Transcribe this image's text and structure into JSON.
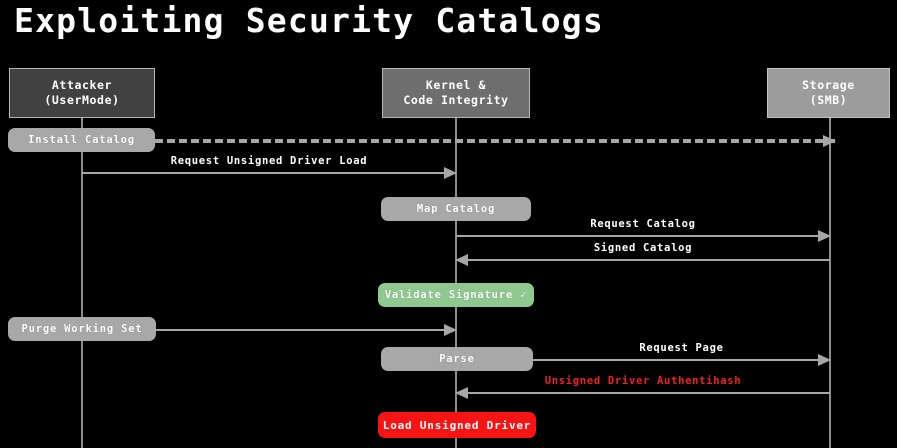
{
  "slide": {
    "title": "Exploiting Security Catalogs",
    "background_color": "#000000",
    "title_color": "#ffffff"
  },
  "actors": [
    {
      "id": "attacker",
      "line1": "Attacker",
      "line2": "(UserMode)",
      "color": "#414141"
    },
    {
      "id": "kernel",
      "line1": "Kernel &",
      "line2": "Code Integrity",
      "color": "#6e6e6e"
    },
    {
      "id": "storage",
      "line1": "Storage",
      "line2": "(SMB)",
      "color": "#9c9c9c"
    }
  ],
  "notes": [
    {
      "id": "install",
      "label": "Install Catalog",
      "style": "gray",
      "color": "#a8a8a8"
    },
    {
      "id": "map",
      "label": "Map Catalog",
      "style": "gray",
      "color": "#a8a8a8"
    },
    {
      "id": "validate",
      "label": "Validate Signature ✓",
      "style": "green",
      "color": "#8fc98f"
    },
    {
      "id": "purge",
      "label": "Purge Working Set",
      "style": "gray",
      "color": "#a8a8a8"
    },
    {
      "id": "parse",
      "label": "Parse",
      "style": "gray",
      "color": "#a8a8a8"
    },
    {
      "id": "load",
      "label": "Load Unsigned Driver",
      "style": "red",
      "color": "#f81414"
    }
  ],
  "messages": [
    {
      "id": "install-catalog",
      "label": "",
      "from": "attacker",
      "to": "storage",
      "direction": "right",
      "style": "dashed",
      "color": "#a6a6a6"
    },
    {
      "id": "request-load",
      "label": "Request Unsigned Driver Load",
      "from": "attacker",
      "to": "kernel",
      "direction": "right",
      "style": "solid",
      "color": "#a6a6a6"
    },
    {
      "id": "request-catalog",
      "label": "Request Catalog",
      "from": "kernel",
      "to": "storage",
      "direction": "right",
      "style": "solid",
      "color": "#a6a6a6"
    },
    {
      "id": "signed-catalog",
      "label": "Signed Catalog",
      "from": "storage",
      "to": "kernel",
      "direction": "left",
      "style": "solid",
      "color": "#a6a6a6"
    },
    {
      "id": "purge",
      "label": "",
      "from": "attacker",
      "to": "kernel",
      "direction": "right",
      "style": "solid",
      "color": "#a6a6a6"
    },
    {
      "id": "request-page",
      "label": "Request Page",
      "from": "kernel",
      "to": "storage",
      "direction": "right",
      "style": "solid",
      "color": "#a6a6a6"
    },
    {
      "id": "authentihash",
      "label": "Unsigned Driver Authentihash",
      "from": "storage",
      "to": "kernel",
      "direction": "left",
      "style": "solid",
      "color": "#ee2222",
      "label_color": "#ee2222"
    }
  ]
}
